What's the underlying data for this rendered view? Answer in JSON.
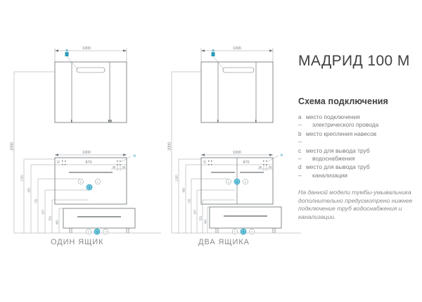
{
  "info": {
    "model_title": "МАДРИД 100 М",
    "scheme_title": "Схема подключения",
    "legend": [
      {
        "key": "a –",
        "line1": "место подключения",
        "line2": "электрического провода"
      },
      {
        "key": "b –",
        "line1": "место крепления навесов",
        "line2": ""
      },
      {
        "key": "c –",
        "line1": "место для вывода труб",
        "line2": "водоснабжения"
      },
      {
        "key": "d –",
        "line1": "место для вывода труб",
        "line2": "канализации"
      }
    ],
    "note": "На данной модели тумбы-умывальника дополнительно предусмотрено нижнее подключение труб водоснабжения и канализации."
  },
  "captions": {
    "left": "ОДИН ЯЩИК",
    "right": "ДВА ЯЩИКА"
  },
  "colors": {
    "accent": "#2b9cb8",
    "accent_fill": "#6ec6dd",
    "line": "#6f7478",
    "text": "#7a7a7a",
    "title": "#3f3f3f",
    "background": "#ffffff"
  },
  "drawing_left": {
    "name": "ОДИН ЯЩИК",
    "cabinet_top_width": "1000",
    "basin_width": "1000",
    "basin_inner_width": "870",
    "total_height": "2000",
    "heights": [
      "1250",
      "850",
      "728",
      "637",
      "531",
      "460"
    ],
    "small_dims": [
      "36",
      "28",
      "50"
    ],
    "markers": {
      "a": "a",
      "b": "b",
      "c": "c",
      "d": "d"
    }
  },
  "drawing_right": {
    "name": "ДВА ЯЩИКА",
    "cabinet_top_width": "1000",
    "basin_width": "1000",
    "basin_inner_width": "870",
    "total_height": "2000",
    "heights": [
      "1250",
      "850",
      "728",
      "637",
      "531",
      "460"
    ],
    "small_dims": [
      "36",
      "28",
      "50"
    ],
    "markers": {
      "a": "a",
      "b": "b",
      "c": "c",
      "d": "d"
    }
  }
}
